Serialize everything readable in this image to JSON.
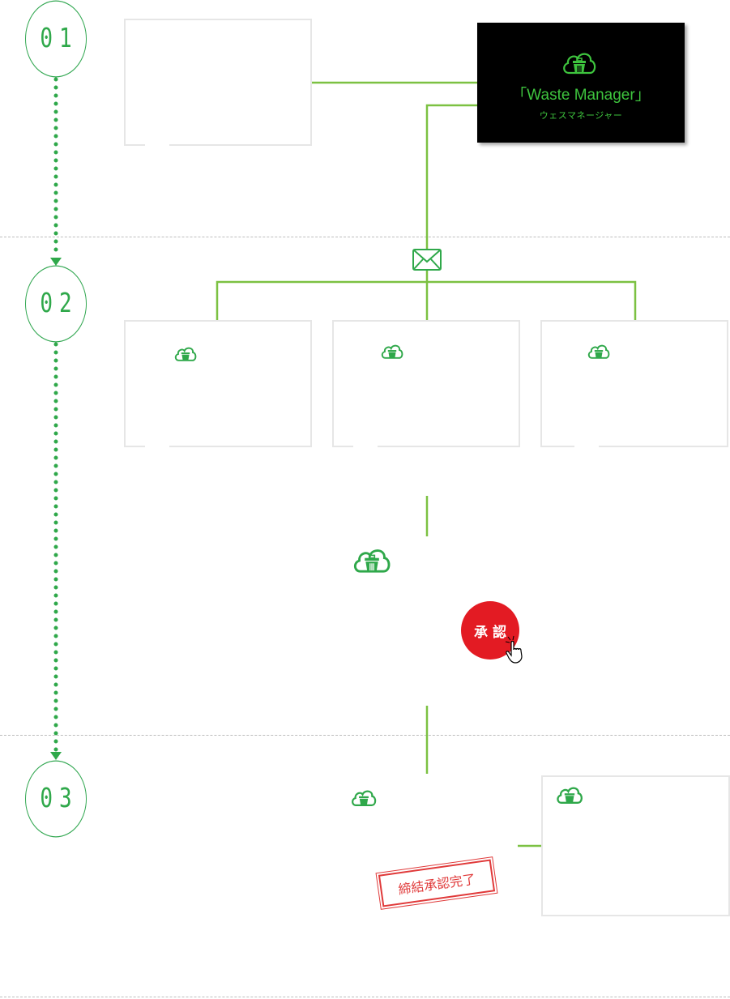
{
  "steps": [
    {
      "label": "01"
    },
    {
      "label": "02"
    },
    {
      "label": "03"
    }
  ],
  "waste_manager": {
    "title": "「Waste Manager」",
    "subtitle": "ウェスマネージャー",
    "icon": "cloud-trash-icon"
  },
  "approve_button": {
    "label": "承認"
  },
  "contract_stamp": {
    "label": "締結承認完了"
  },
  "colors": {
    "accent_green": "#2fa84a",
    "line_green": "#7cc142",
    "approve_red": "#e31b23",
    "stamp_red": "#e03a3a",
    "panel_black": "#000000"
  },
  "icons": [
    "cloud-trash-icon",
    "envelope-icon",
    "hand-pointer-icon",
    "arrow-down-icon"
  ]
}
